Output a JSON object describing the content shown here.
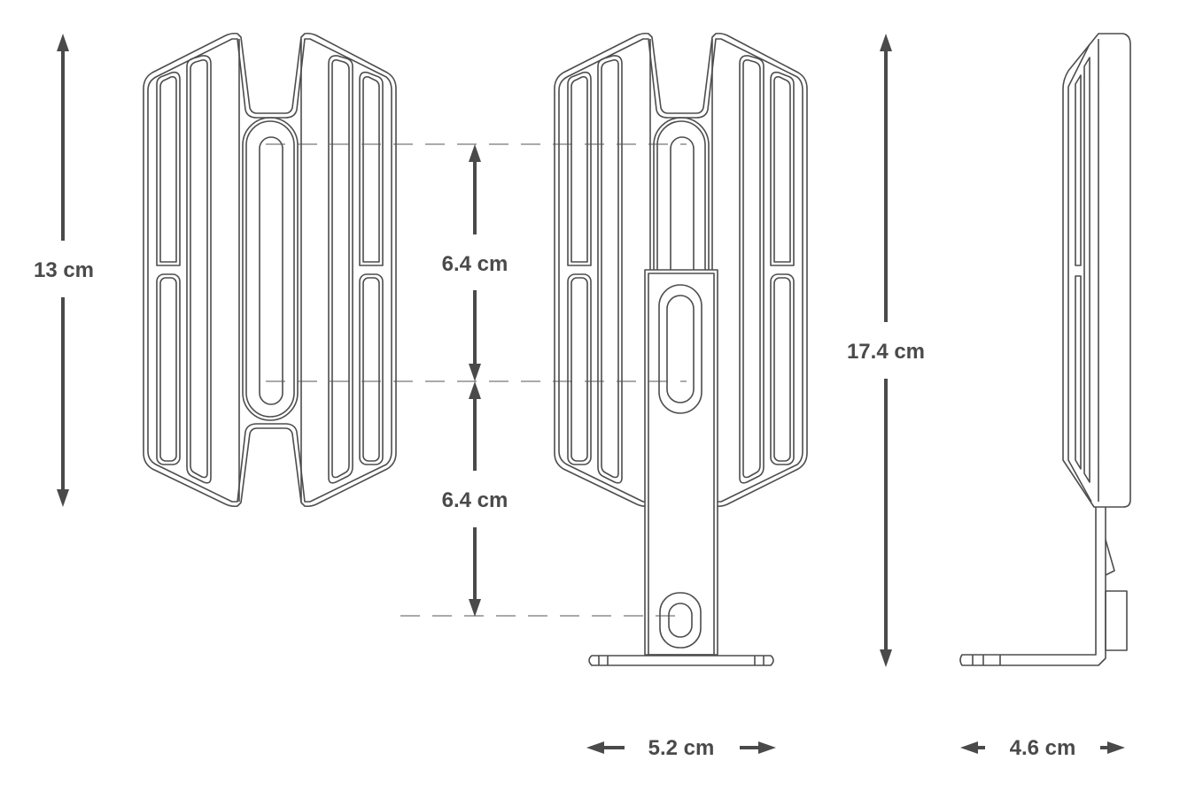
{
  "dimensions": {
    "front_height": "13 cm",
    "slot_spacing_upper": "6.4 cm",
    "slot_spacing_lower": "6.4 cm",
    "total_height": "17.4 cm",
    "stand_width": "5.2 cm",
    "depth": "4.6 cm"
  },
  "colors": {
    "line": "#4d4d4d",
    "label": "#4a4a4a"
  }
}
